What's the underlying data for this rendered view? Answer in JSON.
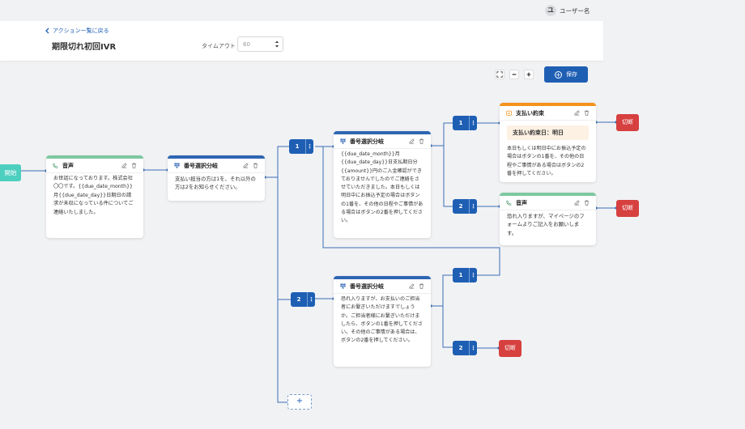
{
  "user": {
    "avatar_initial": "ユ",
    "name": "ユーザー名"
  },
  "header": {
    "back_label": "アクション一覧に戻る",
    "title": "期限切れ初回IVR",
    "timeout_label": "タイムアウト",
    "timeout_placeholder": "60"
  },
  "toolbar": {
    "save_label": "保存"
  },
  "start_label": "開始",
  "nodes": {
    "voice1": {
      "title": "音声",
      "body": "お世話になっております。株式会社〇〇です。{{due_date_month}}月{{due_date_day}}日期日の請求が未収になっている件についてご連絡いたしました。"
    },
    "branch1": {
      "title": "番号選択分岐",
      "body": "支払い担当の方は1を、それ以外の方は2をお知らせください。"
    },
    "branch2": {
      "title": "番号選択分岐",
      "body": "{{due_date_month}}月{{due_date_day}}日支払期日分{{amount}}円のご入金確認ができておりませんでしたのでご連絡をさせていただきました。本日もしくは明日中にお振込予定の場合はボタンの1番を、その他の日程やご事情がある場合はボタンの2番を押してください。"
    },
    "promise": {
      "title": "支払い約束",
      "highlight": "支払い約束日：明日",
      "body": "本日もしくは明日中にお振込予定の場合はボタンの1番を、その他の日程やご事情がある場合はボタンの2番を押してください。"
    },
    "voice2": {
      "title": "音声",
      "body": "恐れ入りますが、マイページのフォームよりご記入をお願いします。"
    },
    "branch3": {
      "title": "番号選択分岐",
      "body": "恐れ入りますが、お支払いのご担当者にお繋ぎいただけますでしょうか。ご担当者様にお繋ぎいただけましたら、ボタンの1番を押してください。その他のご事情がある場合は、ボタンの2番を押してください。"
    }
  },
  "keys": {
    "k1a": "1",
    "k2a": "2",
    "k1b": "1",
    "k2b": "2",
    "k1c": "1",
    "k2c": "2"
  },
  "hangup_label": "切断",
  "add_label": "+",
  "colors": {
    "primary": "#1e5fb4",
    "start": "#4dcfc0",
    "hangup": "#d6403f",
    "voice": "#7ec8a0",
    "branch": "#2f66b3",
    "promise": "#f3931c"
  }
}
